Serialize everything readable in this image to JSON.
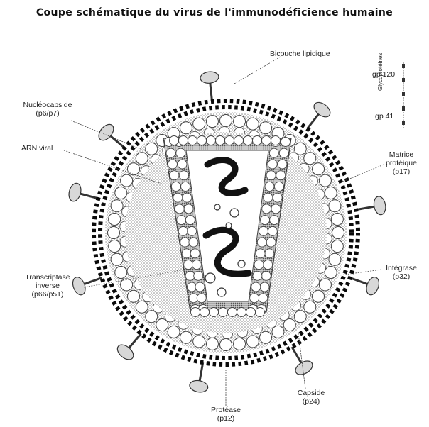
{
  "title": "Coupe schématique du virus de l'immunodéficience humaine",
  "labels": {
    "bicouche": "Bicouche lipidique",
    "gp120": "gp 120",
    "gp41": "gp 41",
    "glycoproteines": "Glycoprotéines",
    "nucleocapside_1": "Nucléocapside",
    "nucleocapside_2": "(p6/p7)",
    "arn": "ARN viral",
    "matrice_1": "Matrice",
    "matrice_2": "protéique",
    "matrice_3": "(p17)",
    "integrase_1": "Intégrase",
    "integrase_2": "(p32)",
    "transcriptase_1": "Transcriptase",
    "transcriptase_2": "inverse",
    "transcriptase_3": "(p66/p51)",
    "capside_1": "Capside",
    "capside_2": "(p24)",
    "protease_1": "Protéase",
    "protease_2": "(p12)"
  },
  "colors": {
    "ink": "#111111",
    "membrane": "#0a0a0a",
    "matrix": "#9a9a9a",
    "capsid": "#7c7c7c",
    "bead_fill": "#ffffff",
    "spike_fill": "#d8d8d8"
  }
}
